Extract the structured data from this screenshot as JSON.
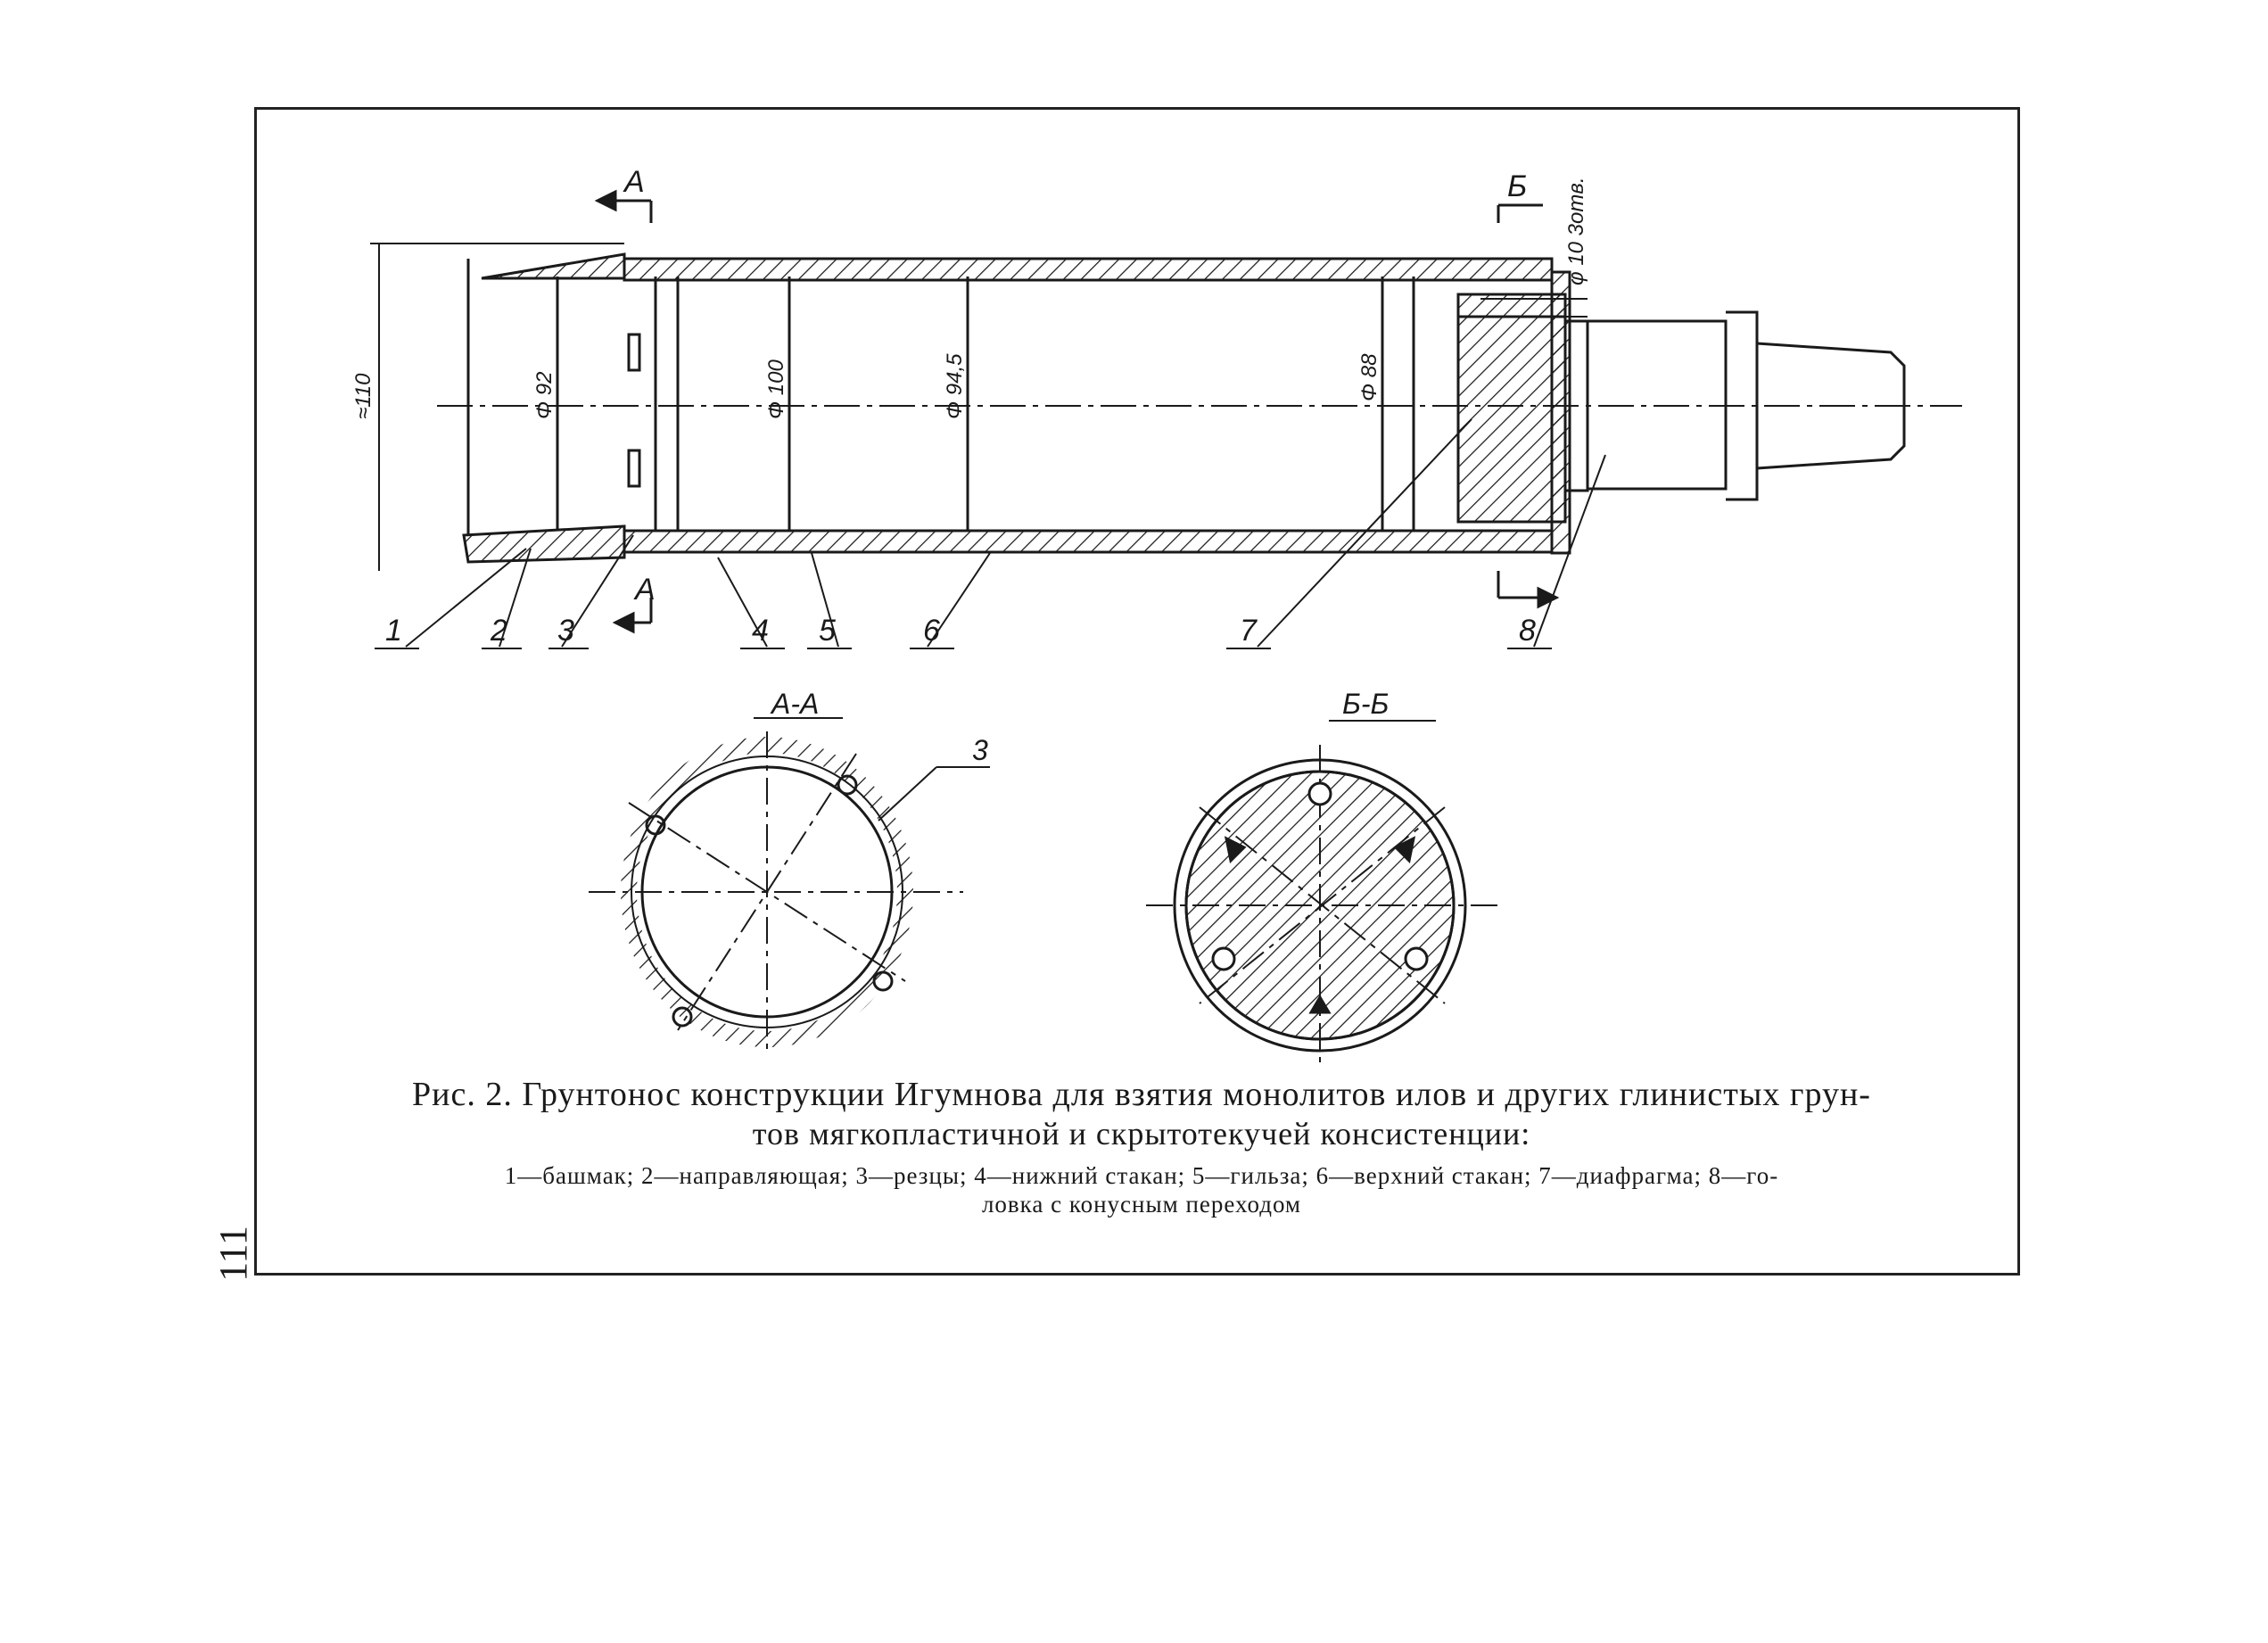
{
  "figure": {
    "caption_line1": "Рис. 2. Грунтонос конструкции Игумнова для взятия монолитов илов и других глинистых грун-",
    "caption_line2": "тов мягкопластичной и скрытотекучей консистенции:",
    "legend_line1": "1—башмак; 2—направляющая; 3—резцы; 4—нижний стакан; 5—гильза; 6—верхний стакан; 7—диафрагма; 8—го-",
    "legend_line2": "ловка с конусным переходом"
  },
  "page_number": "111",
  "drawing": {
    "part_numbers": [
      "1",
      "2",
      "3",
      "4",
      "5",
      "6",
      "7",
      "8"
    ],
    "section_marks": {
      "a_top": "A",
      "a_bottom": "A",
      "b_top": "Б"
    },
    "section_titles": {
      "aa": "A-A",
      "bb": "Б-Б"
    },
    "section_aa_callout": "3",
    "dimensions": {
      "overall": "≈110",
      "d1": "Φ 92",
      "d2": "Φ 100",
      "d3": "Φ 94,5",
      "d4": "Φ 88",
      "thread": "φ 10 3отв."
    }
  },
  "colors": {
    "ink": "#1a1a1a",
    "paper": "#ffffff"
  }
}
